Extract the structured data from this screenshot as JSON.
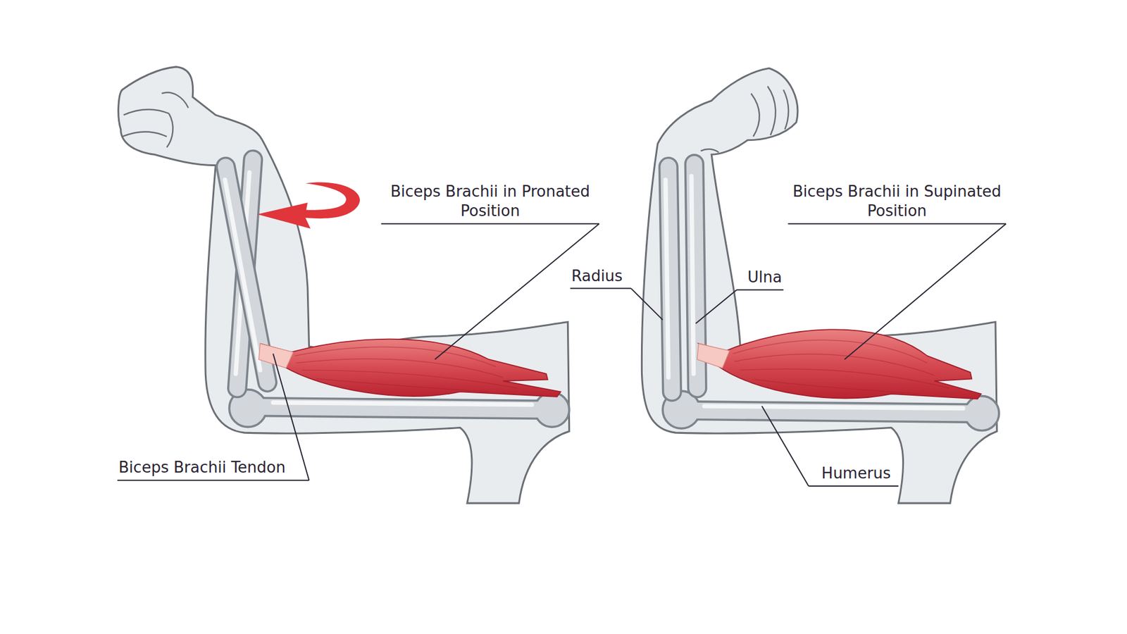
{
  "diagram": {
    "labels": [
      "Biceps Brachii in Pronated Position",
      "Biceps Brachii Tendon",
      "Biceps Brachii in Supinated Position",
      "Radius",
      "Ulna",
      "Humerus"
    ]
  }
}
